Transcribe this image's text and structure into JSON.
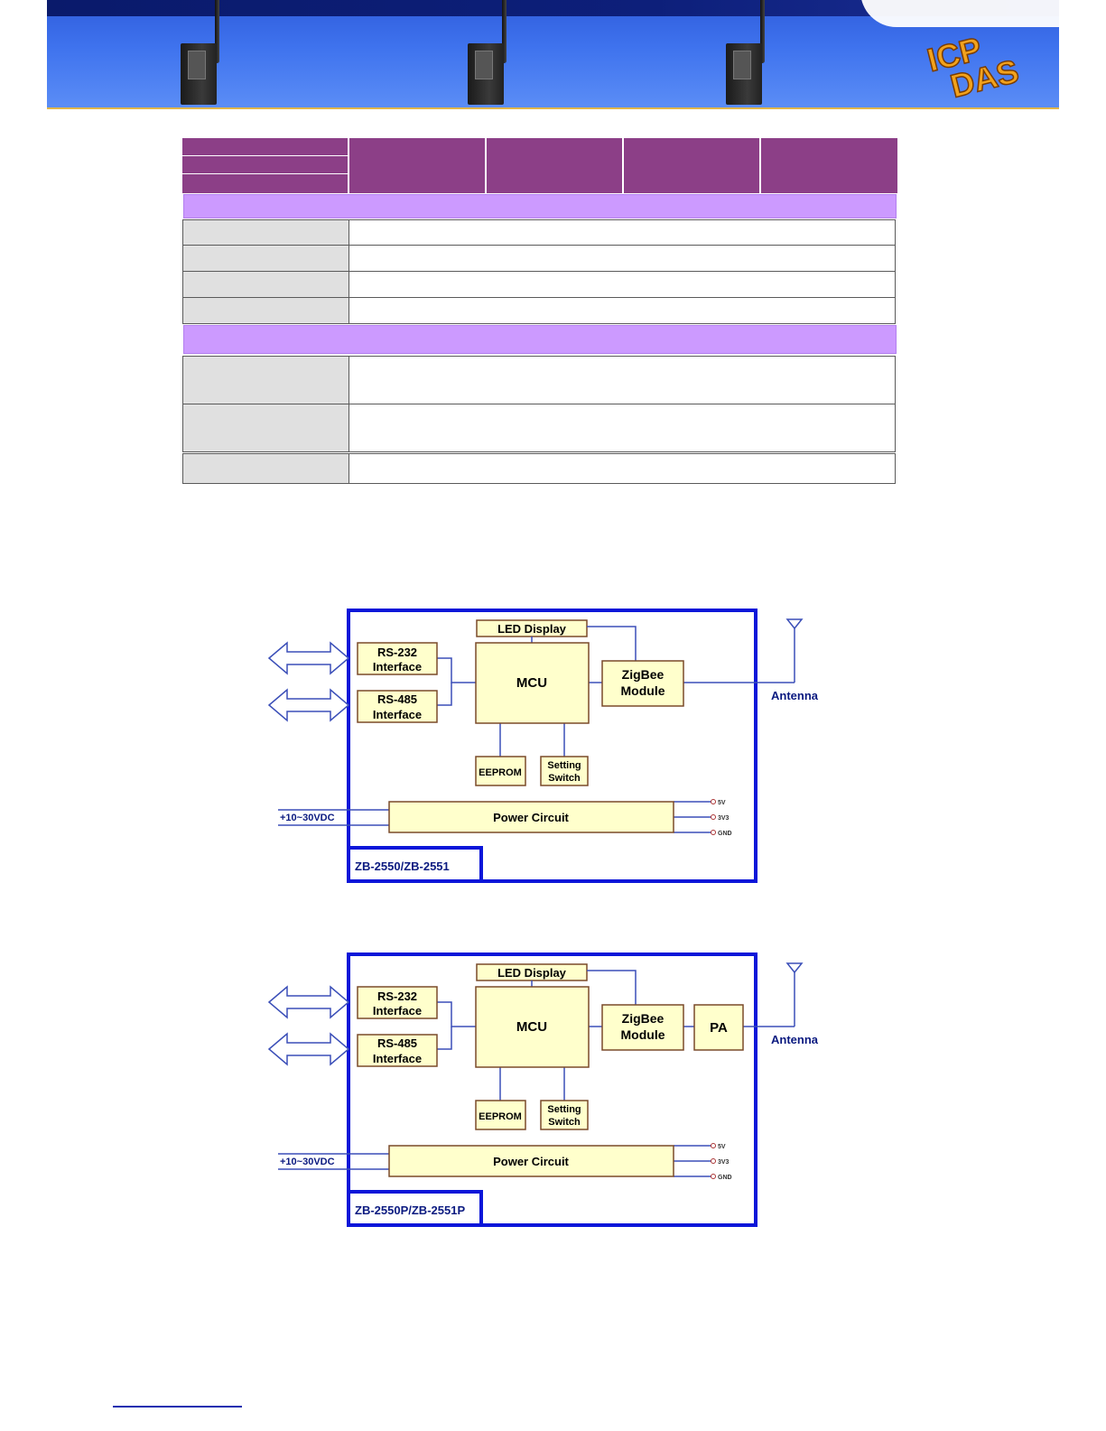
{
  "header": {
    "logo_line1": "ICP",
    "logo_line2": "DAS",
    "colors": {
      "banner": "#3f73ee",
      "banner_top": "#0a1a6b",
      "accent": "#e0b64a"
    }
  },
  "spec_table": {
    "colors": {
      "header": "#8c3f87",
      "section": "#cc9aff",
      "label_cell": "#e0e0e0"
    }
  },
  "diagrams": [
    {
      "id": "zb-2550",
      "blocks": {
        "led": "LED Display",
        "rs232_l1": "RS-232",
        "rs232_l2": "Interface",
        "rs485_l1": "RS-485",
        "rs485_l2": "Interface",
        "mcu": "MCU",
        "zigbee_l1": "ZigBee",
        "zigbee_l2": "Module",
        "eeprom": "EEPROM",
        "setting_l1": "Setting",
        "setting_l2": "Switch",
        "power": "Power Circuit",
        "pa": ""
      },
      "antenna": "Antenna",
      "vin": "+10~30VDC",
      "rails": [
        "5V",
        "3V3",
        "GND"
      ],
      "model": "ZB-2550/ZB-2551"
    },
    {
      "id": "zb-2550p",
      "blocks": {
        "led": "LED Display",
        "rs232_l1": "RS-232",
        "rs232_l2": "Interface",
        "rs485_l1": "RS-485",
        "rs485_l2": "Interface",
        "mcu": "MCU",
        "zigbee_l1": "ZigBee",
        "zigbee_l2": "Module",
        "eeprom": "EEPROM",
        "setting_l1": "Setting",
        "setting_l2": "Switch",
        "power": "Power Circuit",
        "pa": "PA"
      },
      "antenna": "Antenna",
      "vin": "+10~30VDC",
      "rails": [
        "5V",
        "3V3",
        "GND"
      ],
      "model": "ZB-2550P/ZB-2551P"
    }
  ]
}
